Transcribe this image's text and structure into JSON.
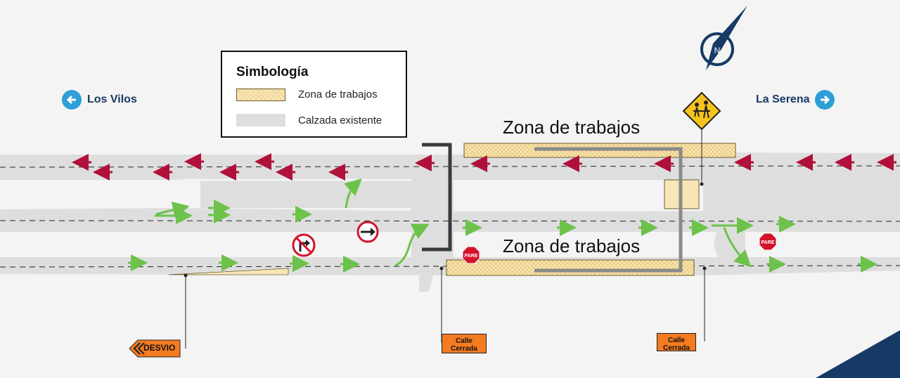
{
  "legend": {
    "title": "Simbología",
    "work_zone_label": "Zona de trabajos",
    "existing_road_label": "Calzada existente"
  },
  "directions": {
    "left": "Los Vilos",
    "right": "La Serena"
  },
  "zones": {
    "top_label": "Zona de trabajos",
    "bottom_label": "Zona de trabajos"
  },
  "signs": {
    "closed_street_1": [
      "Calle",
      "Cerrada"
    ],
    "closed_street_2": [
      "Calle",
      "Cerrada"
    ],
    "detour": "DESVIO",
    "stop_1": "PARE",
    "stop_2": "PARE"
  },
  "colors": {
    "road": "#dedede",
    "work_zone": "#f8e6b8",
    "arrow_westbound": "#b0103a",
    "arrow_eastbound": "#6cc24a",
    "sign_orange": "#f47b20",
    "direction_blue": "#2e9fd6",
    "compass": "#163a66"
  },
  "icons": {
    "compass": "north-compass-icon",
    "school": "school-crossing-icon",
    "no_right_turn": "no-right-turn-icon",
    "keep_right": "keep-right-icon"
  }
}
